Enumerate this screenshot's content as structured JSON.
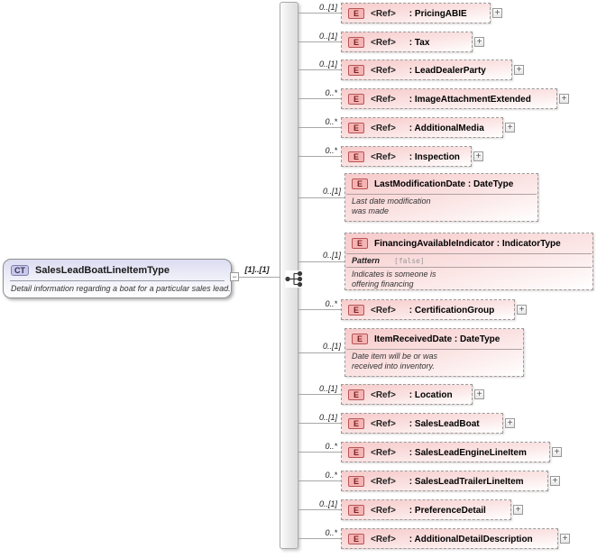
{
  "root": {
    "badge": "CT",
    "title": "SalesLeadBoatLineItemType",
    "annotation": "Detail information regarding a boat for a particular sales lead.",
    "cardinality": "[1]..[1]"
  },
  "icons": {
    "element_badge": "E",
    "expand": "+",
    "collapse": "−",
    "group_connector": "sequence"
  },
  "colors": {
    "element_fill": "#f7caca",
    "element_badge_fill": "#f5b4b4",
    "element_badge_border": "#b85454",
    "root_fill": "#dcdcf2",
    "root_badge_fill": "#c8c8ea",
    "root_badge_border": "#8080b0",
    "wire": "#a8a8a8"
  },
  "elements": [
    {
      "cardinality": "0..[1]",
      "label": "<Ref>",
      "type": ": PricingABIE"
    },
    {
      "cardinality": "0..[1]",
      "label": "<Ref>",
      "type": ": Tax"
    },
    {
      "cardinality": "0..[1]",
      "label": "<Ref>",
      "type": ": LeadDealerParty"
    },
    {
      "cardinality": "0..*",
      "label": "<Ref>",
      "type": ": ImageAttachmentExtended"
    },
    {
      "cardinality": "0..*",
      "label": "<Ref>",
      "type": ": AdditionalMedia"
    },
    {
      "cardinality": "0..*",
      "label": "<Ref>",
      "type": ": Inspection"
    },
    {
      "cardinality": "0..[1]",
      "title": "LastModificationDate : DateType",
      "ann1": "Last date modification",
      "ann2": "was made"
    },
    {
      "cardinality": "0..[1]",
      "title": "FinancingAvailableIndicator : IndicatorType",
      "facet_name": "Pattern",
      "facet_value": "[false]",
      "ann1": "Indicates is someone is",
      "ann2": "offering financing"
    },
    {
      "cardinality": "0..*",
      "label": "<Ref>",
      "type": ": CertificationGroup"
    },
    {
      "cardinality": "0..[1]",
      "title": "ItemReceivedDate : DateType",
      "ann1": "Date item will be or was",
      "ann2": "received into inventory."
    },
    {
      "cardinality": "0..[1]",
      "label": "<Ref>",
      "type": ": Location"
    },
    {
      "cardinality": "0..[1]",
      "label": "<Ref>",
      "type": ": SalesLeadBoat"
    },
    {
      "cardinality": "0..*",
      "label": "<Ref>",
      "type": ": SalesLeadEngineLineItem"
    },
    {
      "cardinality": "0..*",
      "label": "<Ref>",
      "type": ": SalesLeadTrailerLineItem"
    },
    {
      "cardinality": "0..[1]",
      "label": "<Ref>",
      "type": ": PreferenceDetail"
    },
    {
      "cardinality": "0..*",
      "label": "<Ref>",
      "type": ": AdditionalDetailDescription"
    }
  ]
}
